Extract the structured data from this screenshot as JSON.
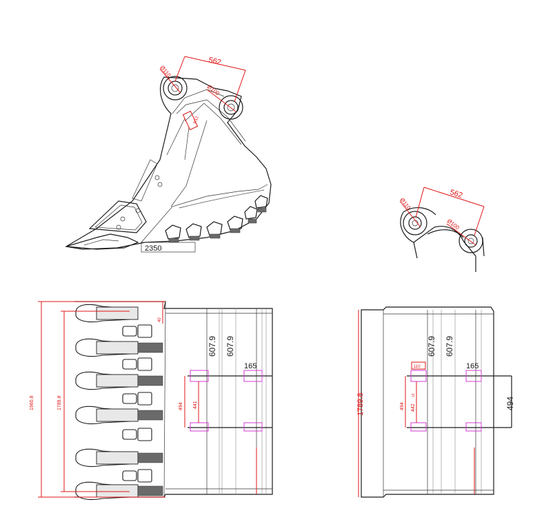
{
  "side_view": {
    "pin_spacing": "562",
    "pin_dia_left": "Ø110",
    "pin_dia_right": "Ø100",
    "small_dim": "R12",
    "bottom_label": "2350"
  },
  "detail_view": {
    "pin_spacing": "562",
    "pin_dia_left": "Ø110",
    "pin_dia_right": "Ø100"
  },
  "front_view": {
    "overall_width": "1960.8",
    "inner_width": "1789.8",
    "top_offset": "40",
    "upper_dim_1": "607.9",
    "upper_dim_2": "607.9",
    "lug_width": "165",
    "lug_spacing": "494",
    "lug_inner": "441"
  },
  "rear_view": {
    "width": "1789.8",
    "upper_dim_1": "607.9",
    "upper_dim_2": "607.9",
    "lug_width": "165",
    "boss_dim": "110",
    "lug_spacing": "494",
    "lug_inner": "442",
    "lug_inner_tol": "±2",
    "right_spacing": "494"
  },
  "colors": {
    "line": "#1a1a1a",
    "dimension": "#e01515",
    "highlight": "#d43ad4"
  }
}
